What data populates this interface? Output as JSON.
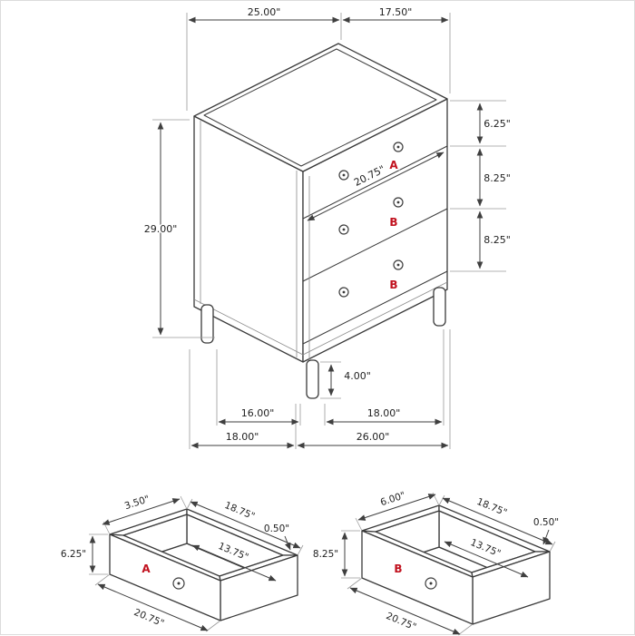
{
  "main_view": {
    "top_width": "25.00\"",
    "top_depth": "17.50\"",
    "total_height": "29.00\"",
    "drawer_front_width": "20.75\"",
    "drawer_a_front_height": "6.25\"",
    "drawer_b1_front_height": "8.25\"",
    "drawer_b2_front_height": "8.25\"",
    "drawer_a_label": "A",
    "drawer_b1_label": "B",
    "drawer_b2_label": "B",
    "leg_height": "4.00\"",
    "leg_span_depth": "16.00\"",
    "leg_span_width": "18.00\"",
    "overall_depth": "18.00\"",
    "overall_width": "26.00\""
  },
  "drawer_a_view": {
    "label": "A",
    "side_wall_height": "3.50\"",
    "interior_depth": "18.75\"",
    "wall_thickness": "0.50\"",
    "front_height": "6.25\"",
    "interior_width": "13.75\"",
    "front_width": "20.75\""
  },
  "drawer_b_view": {
    "label": "B",
    "side_wall_height": "6.00\"",
    "interior_depth": "18.75\"",
    "wall_thickness": "0.50\"",
    "front_height": "8.25\"",
    "interior_width": "13.75\"",
    "front_width": "20.75\""
  },
  "colors": {
    "line": "#3a3a3a",
    "dimension": "#3f3f3f",
    "extension": "#9a9a9a",
    "label_red": "#c1121f",
    "background": "#ffffff"
  }
}
